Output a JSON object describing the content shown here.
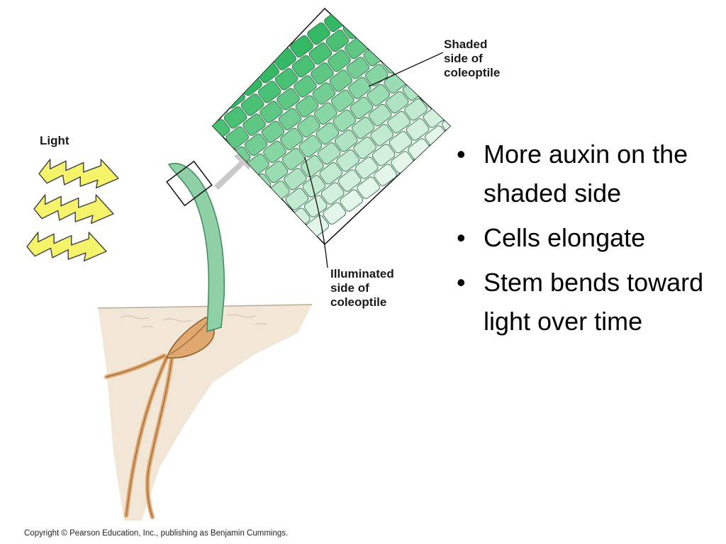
{
  "diagram": {
    "labels": {
      "light": "Light",
      "shaded_line1": "Shaded",
      "shaded_line2": "side of",
      "shaded_line3": "coleoptile",
      "illuminated_line1": "Illuminated",
      "illuminated_line2": "side of",
      "illuminated_line3": "coleoptile"
    },
    "copyright": "Copyright © Pearson Education, Inc., publishing as Benjamin Cummings.",
    "colors": {
      "light_bolt": "#f4f36a",
      "bolt_outline": "#444444",
      "coleoptile": "#8fd0a6",
      "seed": "#e0a76f",
      "soil": "#f2e7d6",
      "cell_dark": "#34b864",
      "cell_light": "#e3f6e9",
      "arrow": "#c9c9c9"
    }
  },
  "bullets": [
    {
      "text": "More auxin on the shaded side"
    },
    {
      "text": "Cells elongate"
    },
    {
      "text": "Stem bends toward light over time"
    }
  ],
  "bullet_symbol": "•"
}
